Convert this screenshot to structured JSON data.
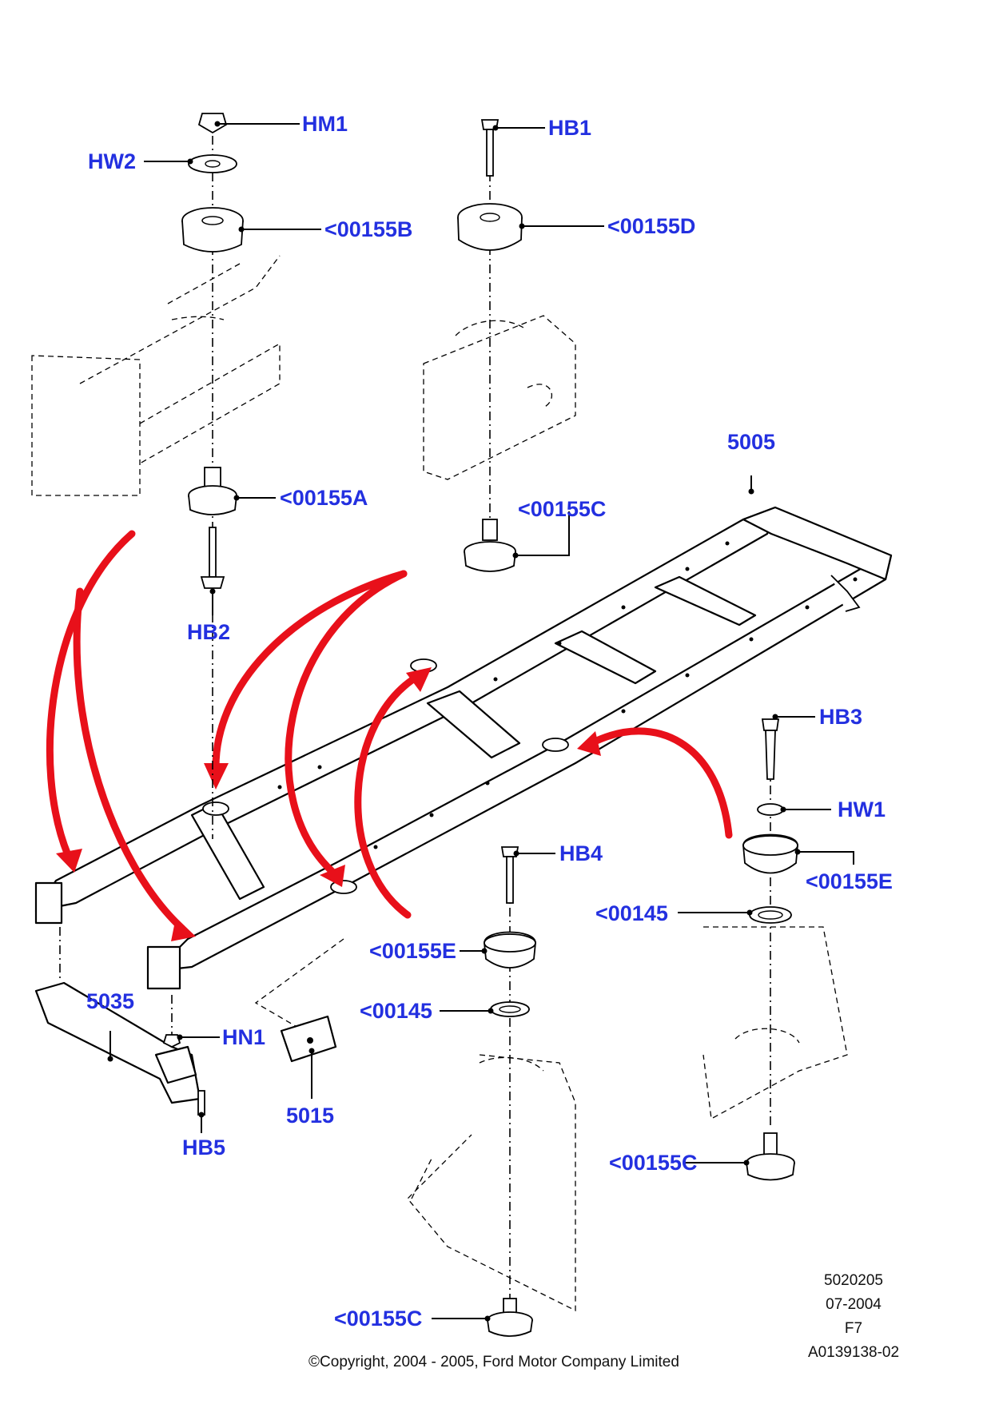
{
  "callouts": {
    "hm1": "HM1",
    "hw2": "HW2",
    "p00155b": "<00155B",
    "hb1": "HB1",
    "p00155d": "<00155D",
    "p00155a": "<00155A",
    "hb2": "HB2",
    "p5005": "5005",
    "p00155c_top": "<00155C",
    "hb3": "HB3",
    "hw1": "HW1",
    "hb4": "HB4",
    "p00155e_right": "<00155E",
    "p00145_right": "<00145",
    "p00155e_center": "<00155E",
    "p00145_center": "<00145",
    "p5035": "5035",
    "hn1": "HN1",
    "p5015": "5015",
    "hb5": "HB5",
    "p00155c_right": "<00155C",
    "p00155c_bottom": "<00155C"
  },
  "footer": {
    "code": "5020205",
    "date": "07-2004",
    "sheet": "F7",
    "ref": "A0139138-02",
    "copyright": "©Copyright, 2004 - 2005, Ford Motor Company Limited"
  },
  "colors": {
    "label": "#2330e0",
    "arrow": "#e8101a",
    "line": "#000000"
  }
}
